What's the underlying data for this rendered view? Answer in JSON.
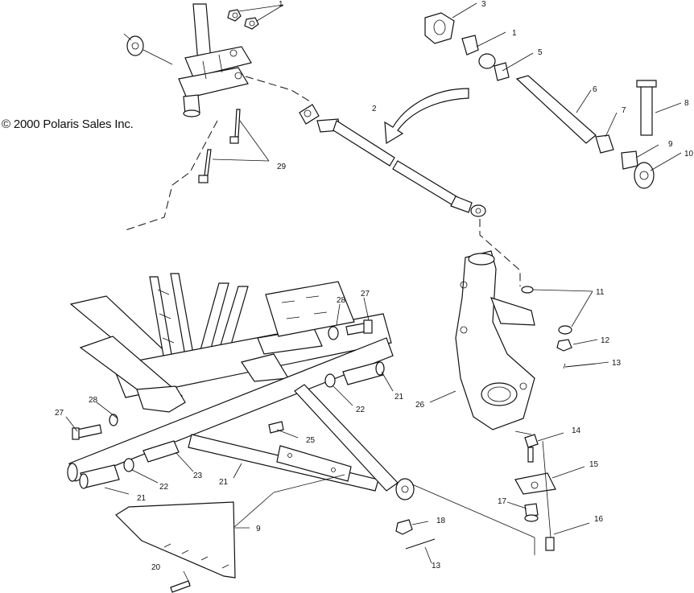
{
  "copyright": "© 2000 Polaris Sales Inc.",
  "callouts": [
    {
      "id": "c1a",
      "label": "1"
    },
    {
      "id": "c3",
      "label": "3"
    },
    {
      "id": "c1b",
      "label": "1"
    },
    {
      "id": "c5",
      "label": "5"
    },
    {
      "id": "c6",
      "label": "6"
    },
    {
      "id": "c7",
      "label": "7"
    },
    {
      "id": "c8",
      "label": "8"
    },
    {
      "id": "c9a",
      "label": "9"
    },
    {
      "id": "c10",
      "label": "10"
    },
    {
      "id": "c2",
      "label": "2"
    },
    {
      "id": "c29",
      "label": "29"
    },
    {
      "id": "c11",
      "label": "11"
    },
    {
      "id": "c12",
      "label": "12"
    },
    {
      "id": "c13a",
      "label": "13"
    },
    {
      "id": "c26",
      "label": "26"
    },
    {
      "id": "c28a",
      "label": "28"
    },
    {
      "id": "c27a",
      "label": "27"
    },
    {
      "id": "c21a",
      "label": "21"
    },
    {
      "id": "c22a",
      "label": "22"
    },
    {
      "id": "c28b",
      "label": "28"
    },
    {
      "id": "c27b",
      "label": "27"
    },
    {
      "id": "c25",
      "label": "25"
    },
    {
      "id": "c23",
      "label": "23"
    },
    {
      "id": "c21b",
      "label": "21"
    },
    {
      "id": "c22b",
      "label": "22"
    },
    {
      "id": "c21c",
      "label": "21"
    },
    {
      "id": "c9b",
      "label": "9"
    },
    {
      "id": "c18",
      "label": "18"
    },
    {
      "id": "c13b",
      "label": "13"
    },
    {
      "id": "c20",
      "label": "20"
    },
    {
      "id": "c14",
      "label": "14"
    },
    {
      "id": "c15",
      "label": "15"
    },
    {
      "id": "c17",
      "label": "17"
    },
    {
      "id": "c16",
      "label": "16"
    }
  ]
}
